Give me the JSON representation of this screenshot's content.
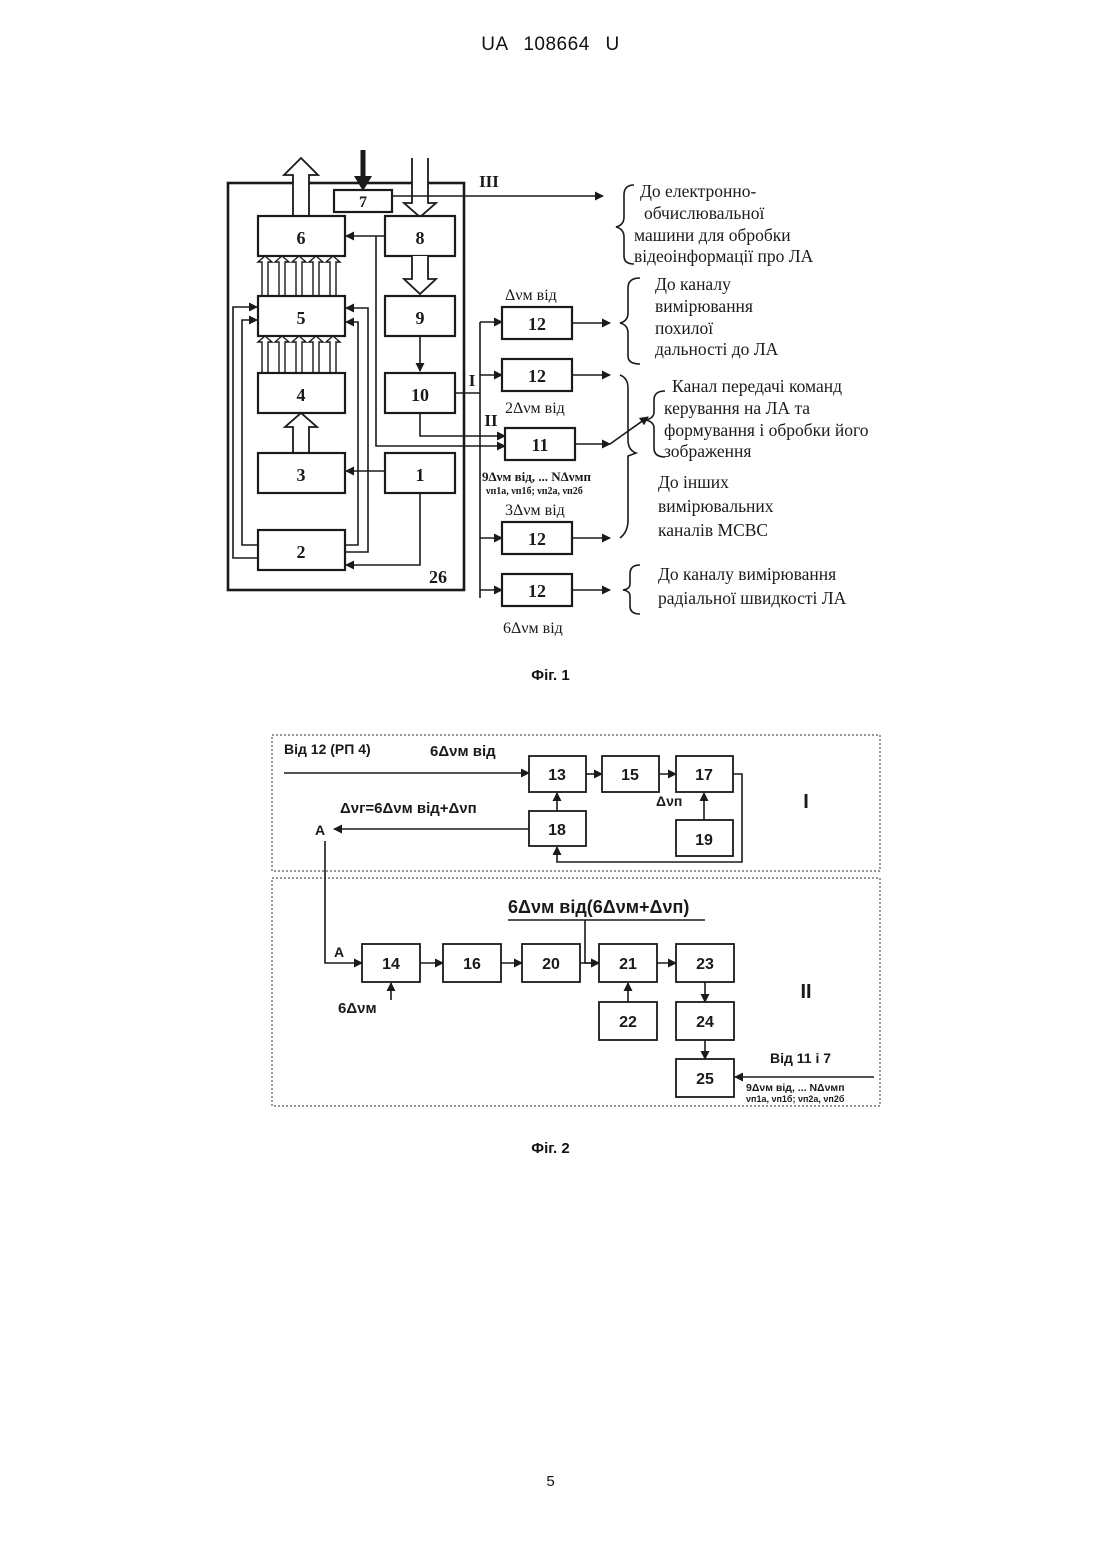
{
  "header": {
    "patent_id": "UA   108664   U"
  },
  "figure1": {
    "caption": "Фіг. 1",
    "blocks": {
      "b1": "1",
      "b2": "2",
      "b3": "3",
      "b4": "4",
      "b5": "5",
      "b6": "6",
      "b7": "7",
      "b8": "8",
      "b9": "9",
      "b10": "10",
      "b11": "11",
      "b12a": "12",
      "b12b": "12",
      "b12c": "12",
      "b12d": "12",
      "frame": "26"
    },
    "roman": {
      "i": "I",
      "ii": "II",
      "iii": "III"
    },
    "labels": {
      "dv_m_vid": "Δνм від",
      "two_dv": "2Δνм від",
      "multi_line1": "9Δνм від, ... NΔνмп",
      "multi_line2": "νп1а, νп1б; νп2а, νп2б",
      "three_dv": "3Δνм від",
      "six_dv": "6Δνм від"
    },
    "destinations": {
      "computer": [
        "До електронно-",
        "обчислювальної",
        "машини для обробки",
        "відеоінформації про ЛА"
      ],
      "range": [
        "До каналу",
        "вимірювання",
        "похилої",
        "дальності до ЛА"
      ],
      "command": [
        "Канал передачі команд",
        "керування на ЛА та",
        "формування і обробки його",
        "зображення"
      ],
      "other": [
        "До інших",
        "вимірювальних",
        "каналів МСВС"
      ],
      "radial": [
        "До каналу вимірювання",
        "радіальної швидкості ЛА"
      ]
    }
  },
  "figure2": {
    "caption": "Фіг. 2",
    "blocks": {
      "b13": "13",
      "b14": "14",
      "b15": "15",
      "b16": "16",
      "b17": "17",
      "b18": "18",
      "b19": "19",
      "b20": "20",
      "b21": "21",
      "b22": "22",
      "b23": "23",
      "b24": "24",
      "b25": "25"
    },
    "section_labels": {
      "i": "I",
      "ii": "II"
    },
    "texts": {
      "from_12": "Від 12 (РП 4)",
      "six_dv_vid": "6Δνм від",
      "dv_n": "Δνп",
      "dv_g_formula": "Δνг=6Δνм від+Δνп",
      "point_a_top": "A",
      "point_a_bottom": "A",
      "formula_top": "6Δνм від(6Δνм+Δνп)",
      "six_dv_m": "6Δνм",
      "from_11_7": "Від 11 і 7",
      "bottom_line1": "9Δνм від, ... NΔνмп",
      "bottom_line2": "νп1а, νп1б; νп2а, νп2б"
    }
  },
  "footer": {
    "page_number": "5"
  }
}
